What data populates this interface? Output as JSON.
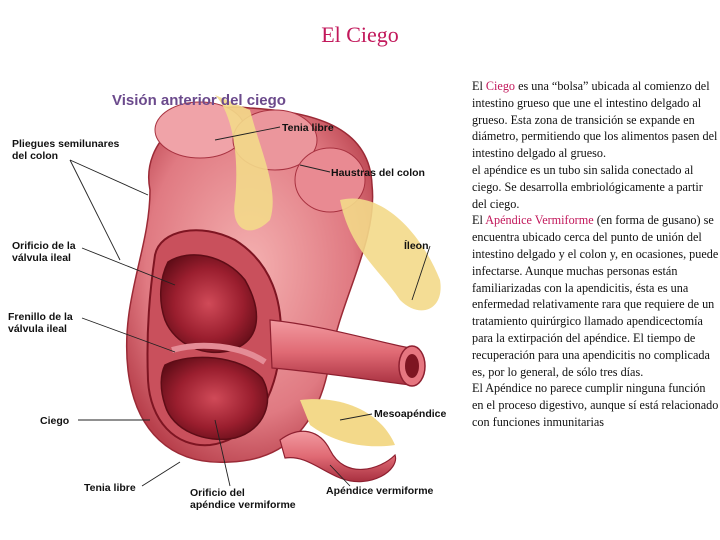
{
  "title": "El Ciego",
  "figure": {
    "heading": "Visión anterior del ciego",
    "labels": {
      "pliegues_1": "Pliegues semilunares",
      "pliegues_2": "del colon",
      "tenia_libre_top": "Tenia libre",
      "haustras": "Haustras del colon",
      "orificio_valvula_1": "Orificio de la",
      "orificio_valvula_2": "válvula ileal",
      "ileon": "Íleon",
      "frenillo_1": "Frenillo de la",
      "frenillo_2": "válvula ileal",
      "mesoapendice": "Mesoapéndice",
      "ciego": "Ciego",
      "tenia_libre_bottom": "Tenia libre",
      "orificio_apendice_1": "Orificio del",
      "orificio_apendice_2": "apéndice vermiforme",
      "apendice": "Apéndice vermiforme"
    }
  },
  "text": {
    "p1_a": "El ",
    "p1_hl": "Ciego",
    "p1_b": " es una “bolsa” ubicada al comienzo del intestino grueso que une el intestino delgado al grueso. Esta zona de transición se expande en diámetro, permitiendo que los alimentos pasen del intestino delgado al grueso.",
    "p2": "el apéndice es un tubo sin salida conectado al ciego. Se desarrolla embriológicamente a partir del ciego.",
    "p3_a": "El ",
    "p3_hl": "Apéndice Vermiforme",
    "p3_b": " (en forma de gusano) se encuentra ubicado cerca del punto de unión del intestino delgado y el colon y, en ocasiones, puede infectarse. Aunque muchas personas están familiarizadas con la apendicitis, ésta es una enfermedad relativamente rara que requiere de un tratamiento quirúrgico llamado apendicectomía para la extirpación del apéndice. El tiempo de recuperación para una apendicitis no complicada es, por lo general, de sólo tres días.",
    "p4": "El Apéndice no parece cumplir ninguna función en el proceso digestivo, aunque sí está relacionado con funciones inmunitarias"
  },
  "colors": {
    "title": "#c2185b",
    "heading": "#6b4a8c",
    "tissue": "#e8848a",
    "tissue_dark": "#b8323f",
    "interior": "#8e1a28",
    "fat": "#f3d98a"
  }
}
